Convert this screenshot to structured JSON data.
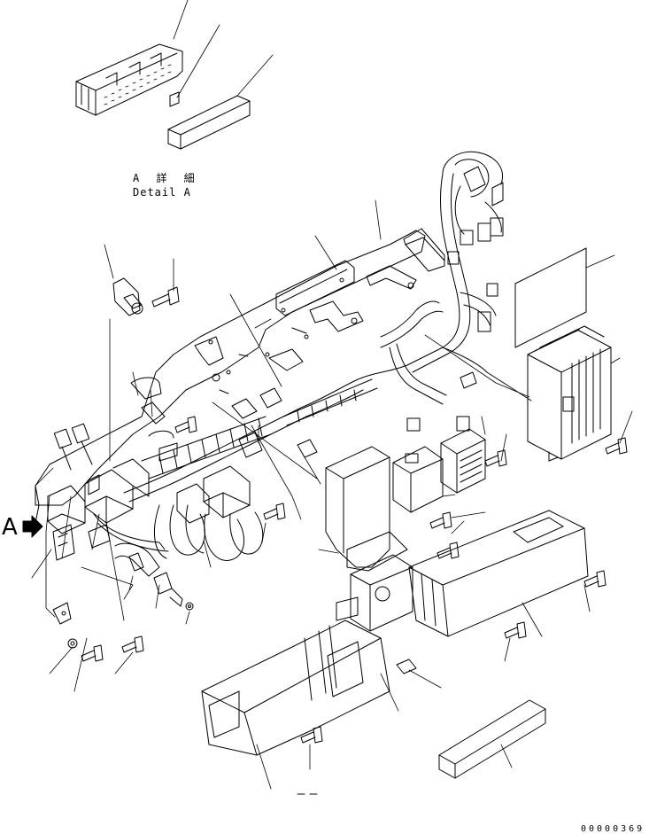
{
  "detail": {
    "label_jp": "A 詳 細",
    "label_en": "Detail A"
  },
  "view_marker": {
    "label": "A",
    "icon": "view-arrow-icon"
  },
  "footer": {
    "drawing_number": "00000369"
  }
}
